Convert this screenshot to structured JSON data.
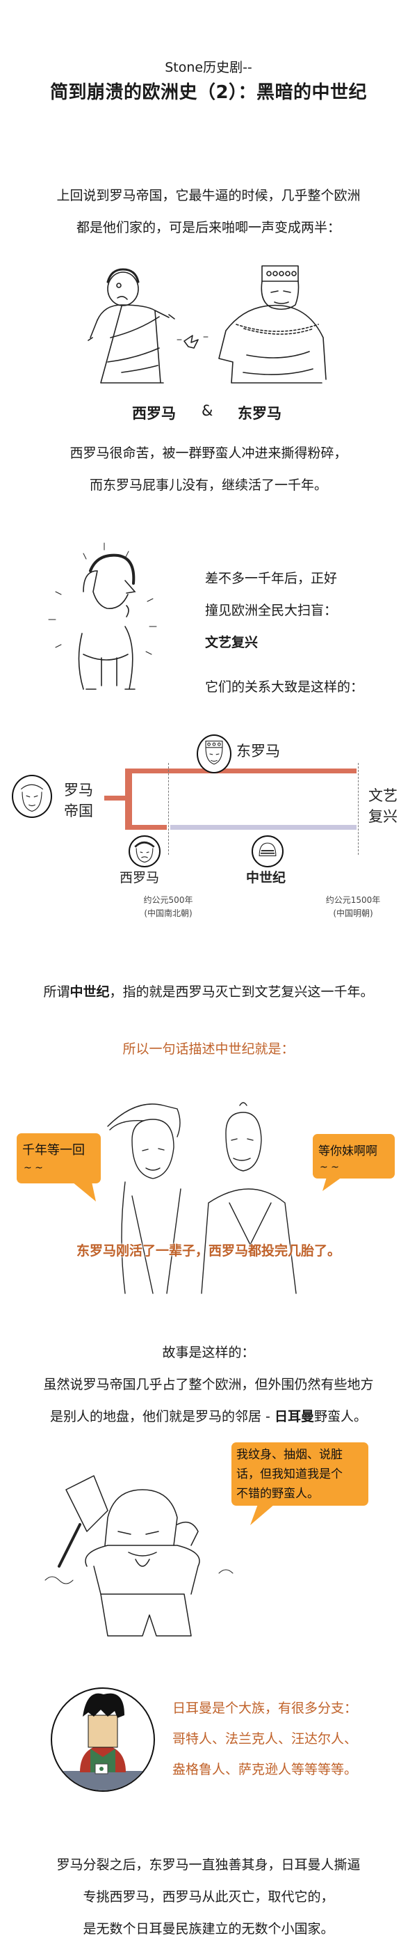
{
  "header": {
    "series": "Stone历史剧--",
    "title": "简到崩溃的欧洲史（2）：黑暗的中世纪"
  },
  "intro": {
    "line1": "上回说到罗马帝国，它最牛逼的时候，几乎整个欧洲",
    "line2": "都是他们家的，可是后来啪唧一声变成两半："
  },
  "split_figure": {
    "left_label": "西罗马",
    "amp": "&",
    "right_label": "东罗马"
  },
  "fate": {
    "line1": "西罗马很命苦，被一群野蛮人冲进来撕得粉碎，",
    "line2": "而东罗马屁事儿没有，继续活了一千年。"
  },
  "renaissance": {
    "line1": "差不多一千年后，正好",
    "line2": "撞见欧洲全民大扫盲：",
    "highlight": "文艺复兴",
    "line3": "它们的关系大致是这样的："
  },
  "timeline": {
    "root_label_1": "罗马",
    "root_label_2": "帝国",
    "east_label": "东罗马",
    "west_label": "西罗马",
    "middle_label": "中世纪",
    "end_label_1": "文艺",
    "end_label_2": "复兴",
    "marker_start_1": "约公元500年",
    "marker_start_2": "(中国南北朝)",
    "marker_end_1": "约公元1500年",
    "marker_end_2": "(中国明朝)",
    "colors": {
      "rome": "#D9715A",
      "middle_ages": "#C9C7DF",
      "dash": "#777777"
    }
  },
  "definition": {
    "prefix": "所谓",
    "term": "中世纪",
    "suffix": "，指的就是西罗马灭亡到文艺复兴这一千年。"
  },
  "summary": {
    "lead": "所以一句话描述中世纪就是：",
    "bubble_left_1": "千年等一回",
    "bubble_left_2": "~ ~",
    "bubble_right_1": "等你妹啊啊",
    "bubble_right_2": "~ ~",
    "caption": "东罗马刚活了一辈子，西罗马都投完几胎了。",
    "colors": {
      "bubble": "#F7A22F",
      "accent_text": "#C0622A"
    }
  },
  "story": {
    "lead": "故事是这样的：",
    "line1": "虽然说罗马帝国几乎占了整个欧洲，但外围仍然有些地方",
    "line2_prefix": "是别人的地盘，他们就是罗马的邻居 - ",
    "line2_term": "日耳曼",
    "line2_suffix": "野蛮人。"
  },
  "barbarian": {
    "bubble_1": "我纹身、抽烟、说脏",
    "bubble_2": "话，但我知道我是个",
    "bubble_3": "不错的野蛮人。"
  },
  "tribes": {
    "line1": "日耳曼是个大族，有很多分支：",
    "line2": "哥特人、法兰克人、汪达尔人、",
    "line3": "盎格鲁人、萨克逊人等等等等。"
  },
  "ending": {
    "line1": "罗马分裂之后，东罗马一直独善其身，日耳曼人撕逼",
    "line2": "专挑西罗马，西罗马从此灭亡，取代它的，",
    "line3": "是无数个日耳曼民族建立的无数个小国家。"
  }
}
